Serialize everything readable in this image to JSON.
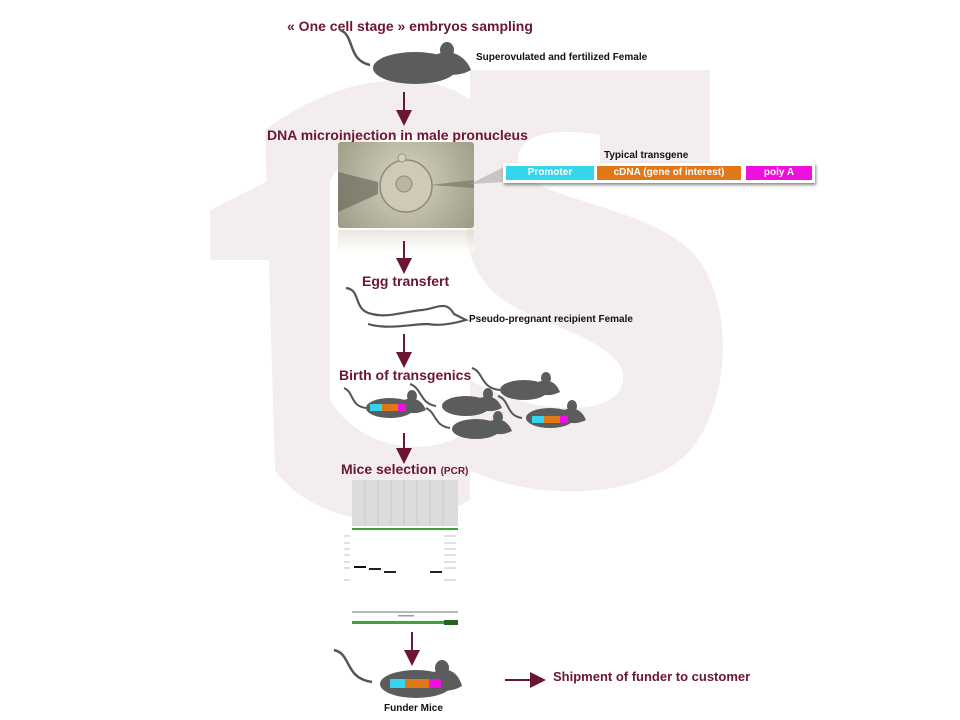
{
  "steps": {
    "sampling": {
      "title": "« One cell stage » embryos sampling",
      "note": "Superovulated and fertilized Female"
    },
    "injection": {
      "title": "DNA microinjection in male pronucleus"
    },
    "transfer": {
      "title": "Egg transfert",
      "note": "Pseudo-pregnant recipient Female"
    },
    "birth": {
      "title": "Birth of transgenics"
    },
    "selection": {
      "title": "Mice selection",
      "suffix": "(PCR)"
    },
    "shipment": {
      "label": "Shipment of funder to customer"
    },
    "funder": {
      "label": "Funder Mice"
    }
  },
  "transgene": {
    "title": "Typical transgene",
    "segments": [
      {
        "label": "Promoter",
        "color": "#33d6ea"
      },
      {
        "label": "cDNA (gene of interest)",
        "color": "#e07818"
      },
      {
        "label": "poly A",
        "color": "#ee11dd"
      }
    ]
  },
  "colors": {
    "heading": "#6b1634",
    "mouse": "#5a5c5e",
    "promoter": "#33d6ea",
    "cdna": "#e07818",
    "polya": "#ee11dd"
  }
}
